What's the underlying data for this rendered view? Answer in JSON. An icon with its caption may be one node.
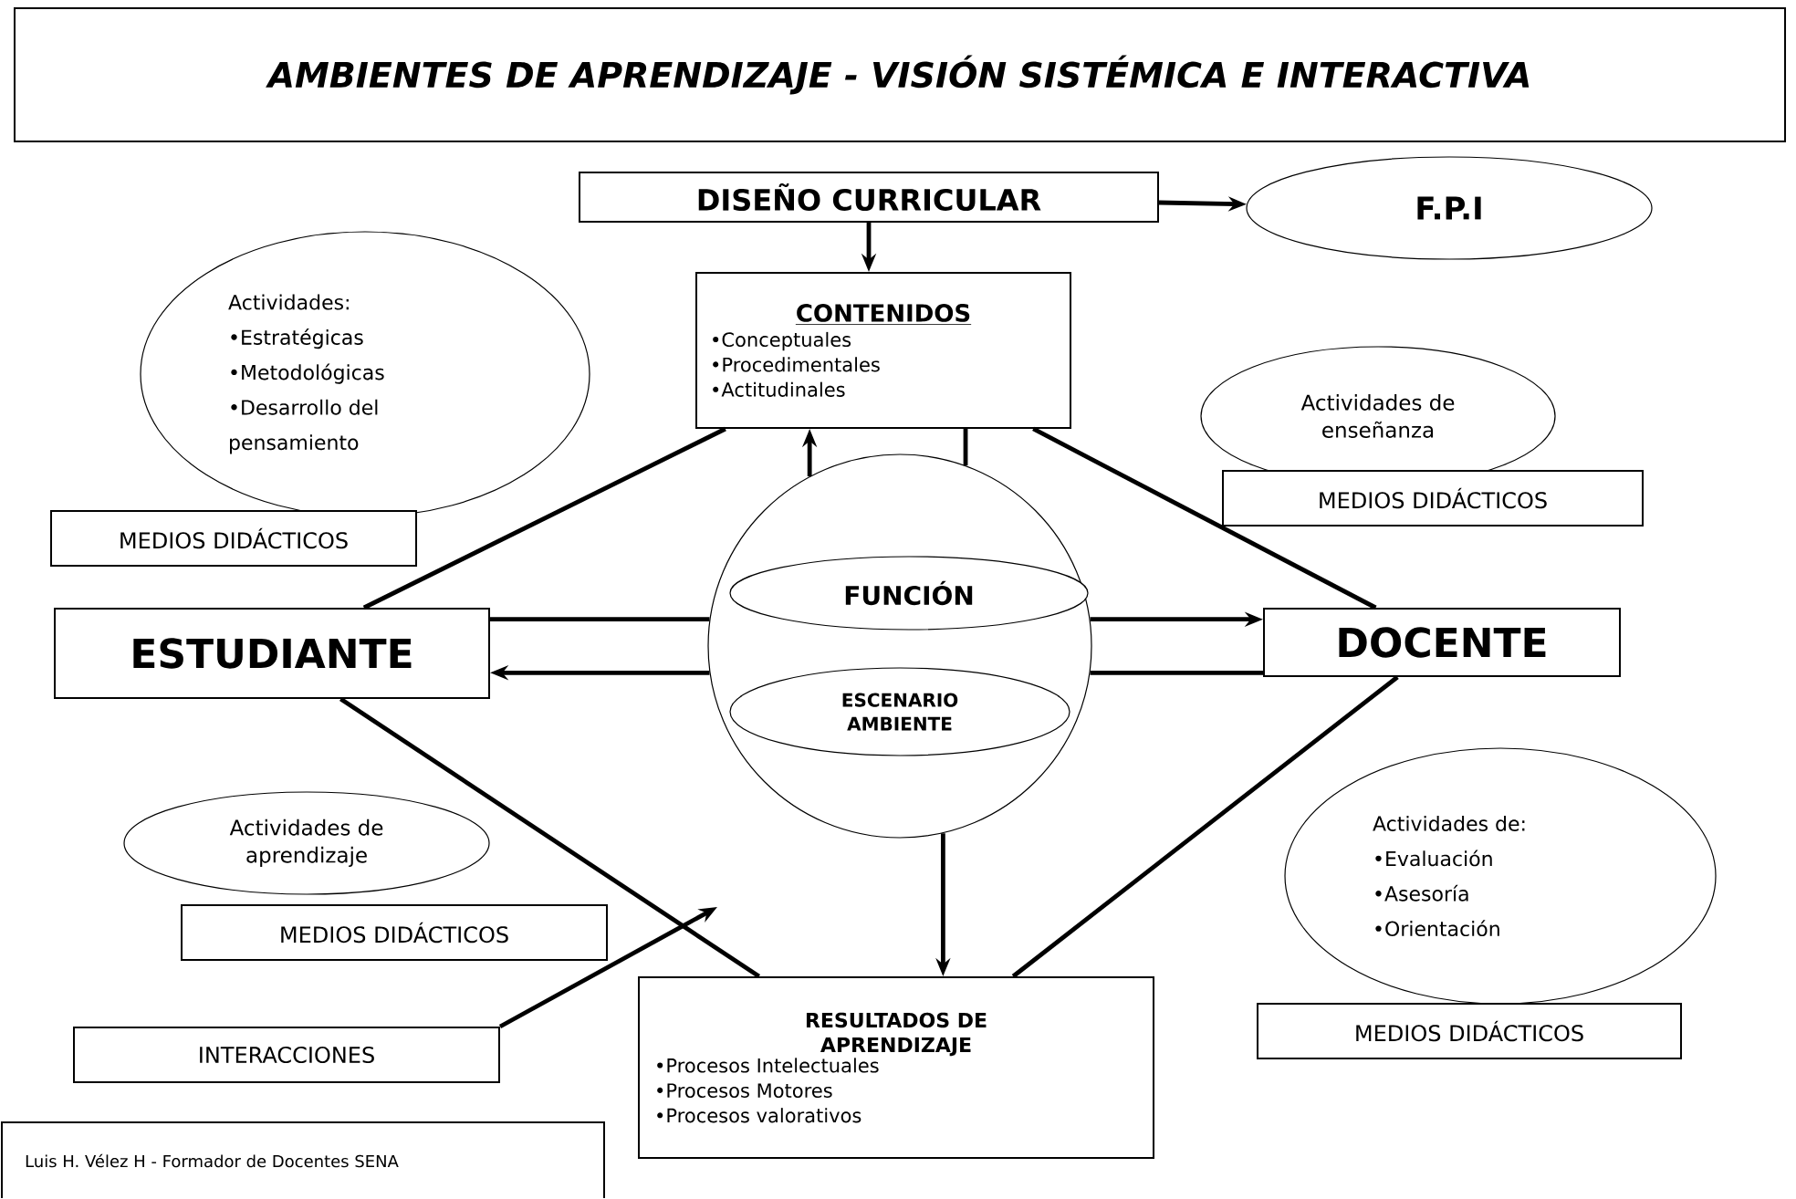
{
  "diagram": {
    "title": "AMBIENTES DE APRENDIZAJE - VISIÓN SISTÉMICA E INTERACTIVA",
    "nodes": [
      {
        "text": [
          "DISEÑO CURRICULAR"
        ]
      },
      {
        "text": [
          "F.P.I"
        ]
      },
      {
        "text": [
          "CONTENIDOS",
          "•Conceptuales",
          "•Procedimentales",
          "•Actitudinales"
        ]
      },
      {
        "text": [
          "Actividades:",
          "•Estratégicas",
          "•Metodológicas",
          "•Desarrollo del pensamiento"
        ]
      },
      {
        "text": [
          "MEDIOS DIDÁCTICOS"
        ]
      },
      {
        "text": [
          "Actividades de enseñanza"
        ]
      },
      {
        "text": [
          "MEDIOS DIDÁCTICOS"
        ]
      },
      {
        "text": [
          "ESTUDIANTE"
        ]
      },
      {
        "text": [],
        "shape": "circle"
      },
      {
        "text": [
          "FUNCIÓN"
        ],
        "in": 8
      },
      {
        "text": [
          "ESCENARIO AMBIENTE"
        ],
        "in": 8
      },
      {
        "text": [
          "DOCENTE"
        ]
      },
      {
        "text": [
          "Actividades de:",
          "•Evaluación",
          "•Asesoría",
          "•Orientación"
        ]
      },
      {
        "text": [
          "MEDIOS DIDÁCTICOS"
        ]
      },
      {
        "text": [
          "Actividades de aprendizaje"
        ]
      },
      {
        "text": [
          "MEDIOS DIDÁCTICOS"
        ]
      },
      {
        "text": [
          "INTERACCIONES"
        ]
      },
      {
        "text": [
          "RESULTADOS DE APRENDIZAJE",
          "•Procesos Intelectuales",
          "•Procesos Motores",
          "•Procesos valorativos"
        ]
      }
    ],
    "edges": [
      {
        "from": 0,
        "to": 2,
        "arrow": "to"
      },
      {
        "from": 0,
        "to": 1,
        "arrow": "to"
      },
      {
        "from": 8,
        "to": 2,
        "arrow": "to"
      },
      {
        "from": 2,
        "to": 8,
        "arrow": "none"
      },
      {
        "from": 7,
        "to": 2,
        "arrow": "none"
      },
      {
        "from": 2,
        "to": 11,
        "arrow": "none"
      },
      {
        "from": 7,
        "to": 8,
        "arrow": "none"
      },
      {
        "from": 8,
        "to": 7,
        "arrow": "to"
      },
      {
        "from": 8,
        "to": 11,
        "arrow": "to"
      },
      {
        "from": 11,
        "to": 8,
        "arrow": "none"
      },
      {
        "from": 7,
        "to": 17,
        "arrow": "none"
      },
      {
        "from": 11,
        "to": 17,
        "arrow": "none"
      },
      {
        "from": 8,
        "to": 17,
        "arrow": "to"
      },
      {
        "from": 16,
        "to": null,
        "arrow": "to"
      }
    ],
    "labels": [
      "Luis H. Vélez H - Formador de Docentes SENA"
    ]
  }
}
